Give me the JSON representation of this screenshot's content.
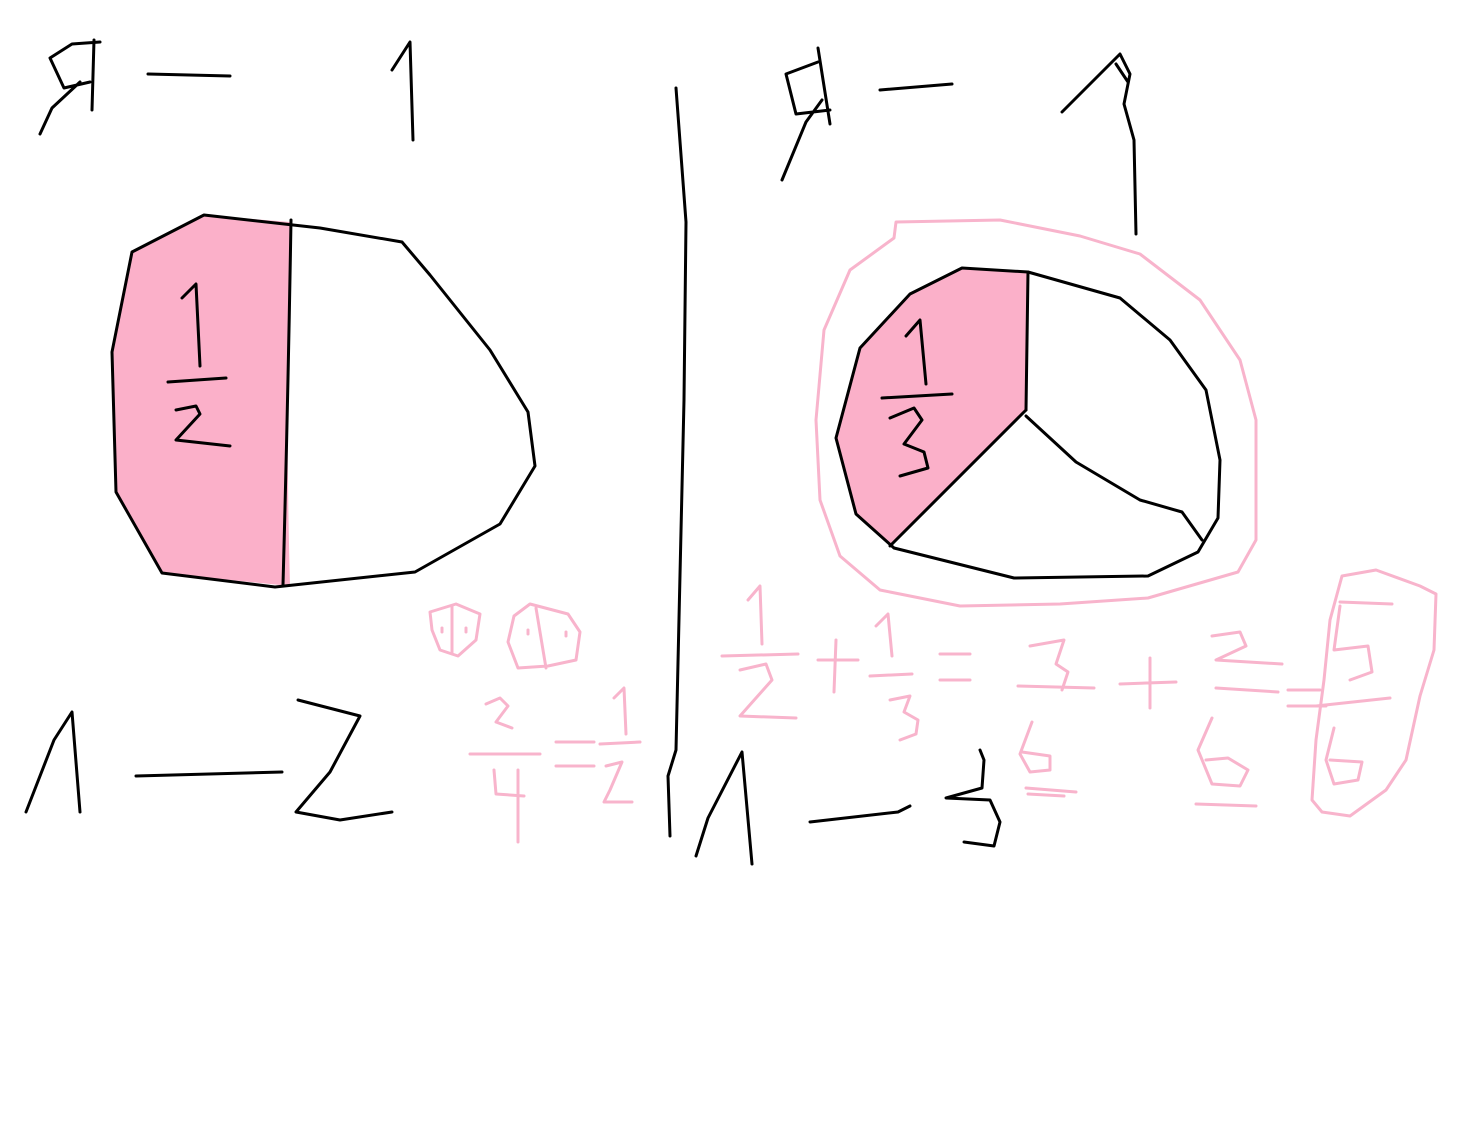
{
  "colors": {
    "ink": "#000000",
    "highlight": "#f8b4cc",
    "shade": "#fbb0c9",
    "background": "#ffffff"
  },
  "left_panel": {
    "top_left": "Я",
    "top_right": "1",
    "fraction_numerator": "1",
    "fraction_denominator": "2",
    "bottom_left": "Л",
    "bottom_right": "2"
  },
  "right_panel": {
    "top_left": "Я",
    "top_right": "1",
    "fraction_numerator": "1",
    "fraction_denominator": "3",
    "bottom_left": "Л",
    "bottom_right": "3"
  },
  "side_note": {
    "numerator_a": "2",
    "denominator_a": "4",
    "numerator_b": "1",
    "denominator_b": "2"
  },
  "equation": {
    "term1_num": "1",
    "term1_den": "2",
    "term2_num": "1",
    "term2_den": "3",
    "term3_num": "3",
    "term3_den": "6",
    "term4_num": "2",
    "term4_den": "6",
    "result_num": "5",
    "result_den": "6"
  }
}
